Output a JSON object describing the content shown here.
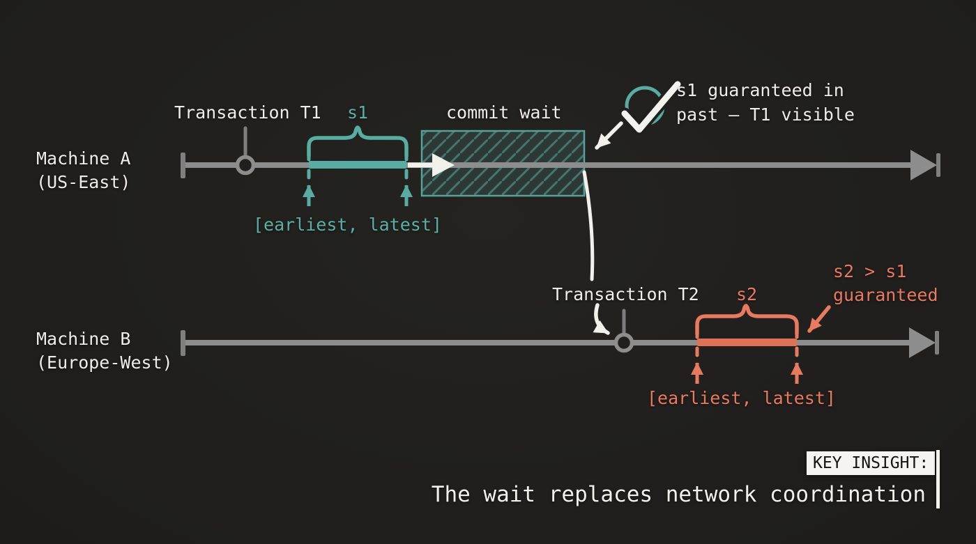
{
  "colors": {
    "background": "#201f1d",
    "timeline_gray": "#8d8d8d",
    "teal_accent": "#5bb0a5",
    "orange_accent": "#e87a5f",
    "white_text": "#efede8",
    "insight_box_bg": "#f6f4f0",
    "insight_box_text": "#15130e"
  },
  "machine_a": {
    "name": "Machine A",
    "region": "(US-East)"
  },
  "machine_b": {
    "name": "Machine B",
    "region": "(Europe-West)"
  },
  "timeline_a": {
    "transaction_label": "Transaction T1",
    "interval_label": "s1",
    "interval_range": "[earliest, latest]",
    "commit_wait_label": "commit wait",
    "guarantee_line1": "s1 guaranteed in",
    "guarantee_line2": "past — T1 visible"
  },
  "timeline_b": {
    "transaction_label": "Transaction T2",
    "interval_label": "s2",
    "interval_range": "[earliest, latest]",
    "guarantee_line1": "s2 > s1",
    "guarantee_line2": "guaranteed"
  },
  "key_insight": {
    "label": "KEY INSIGHT:",
    "text": "The wait replaces network coordination"
  },
  "icons": {
    "check_circle": "check-circle-icon"
  }
}
